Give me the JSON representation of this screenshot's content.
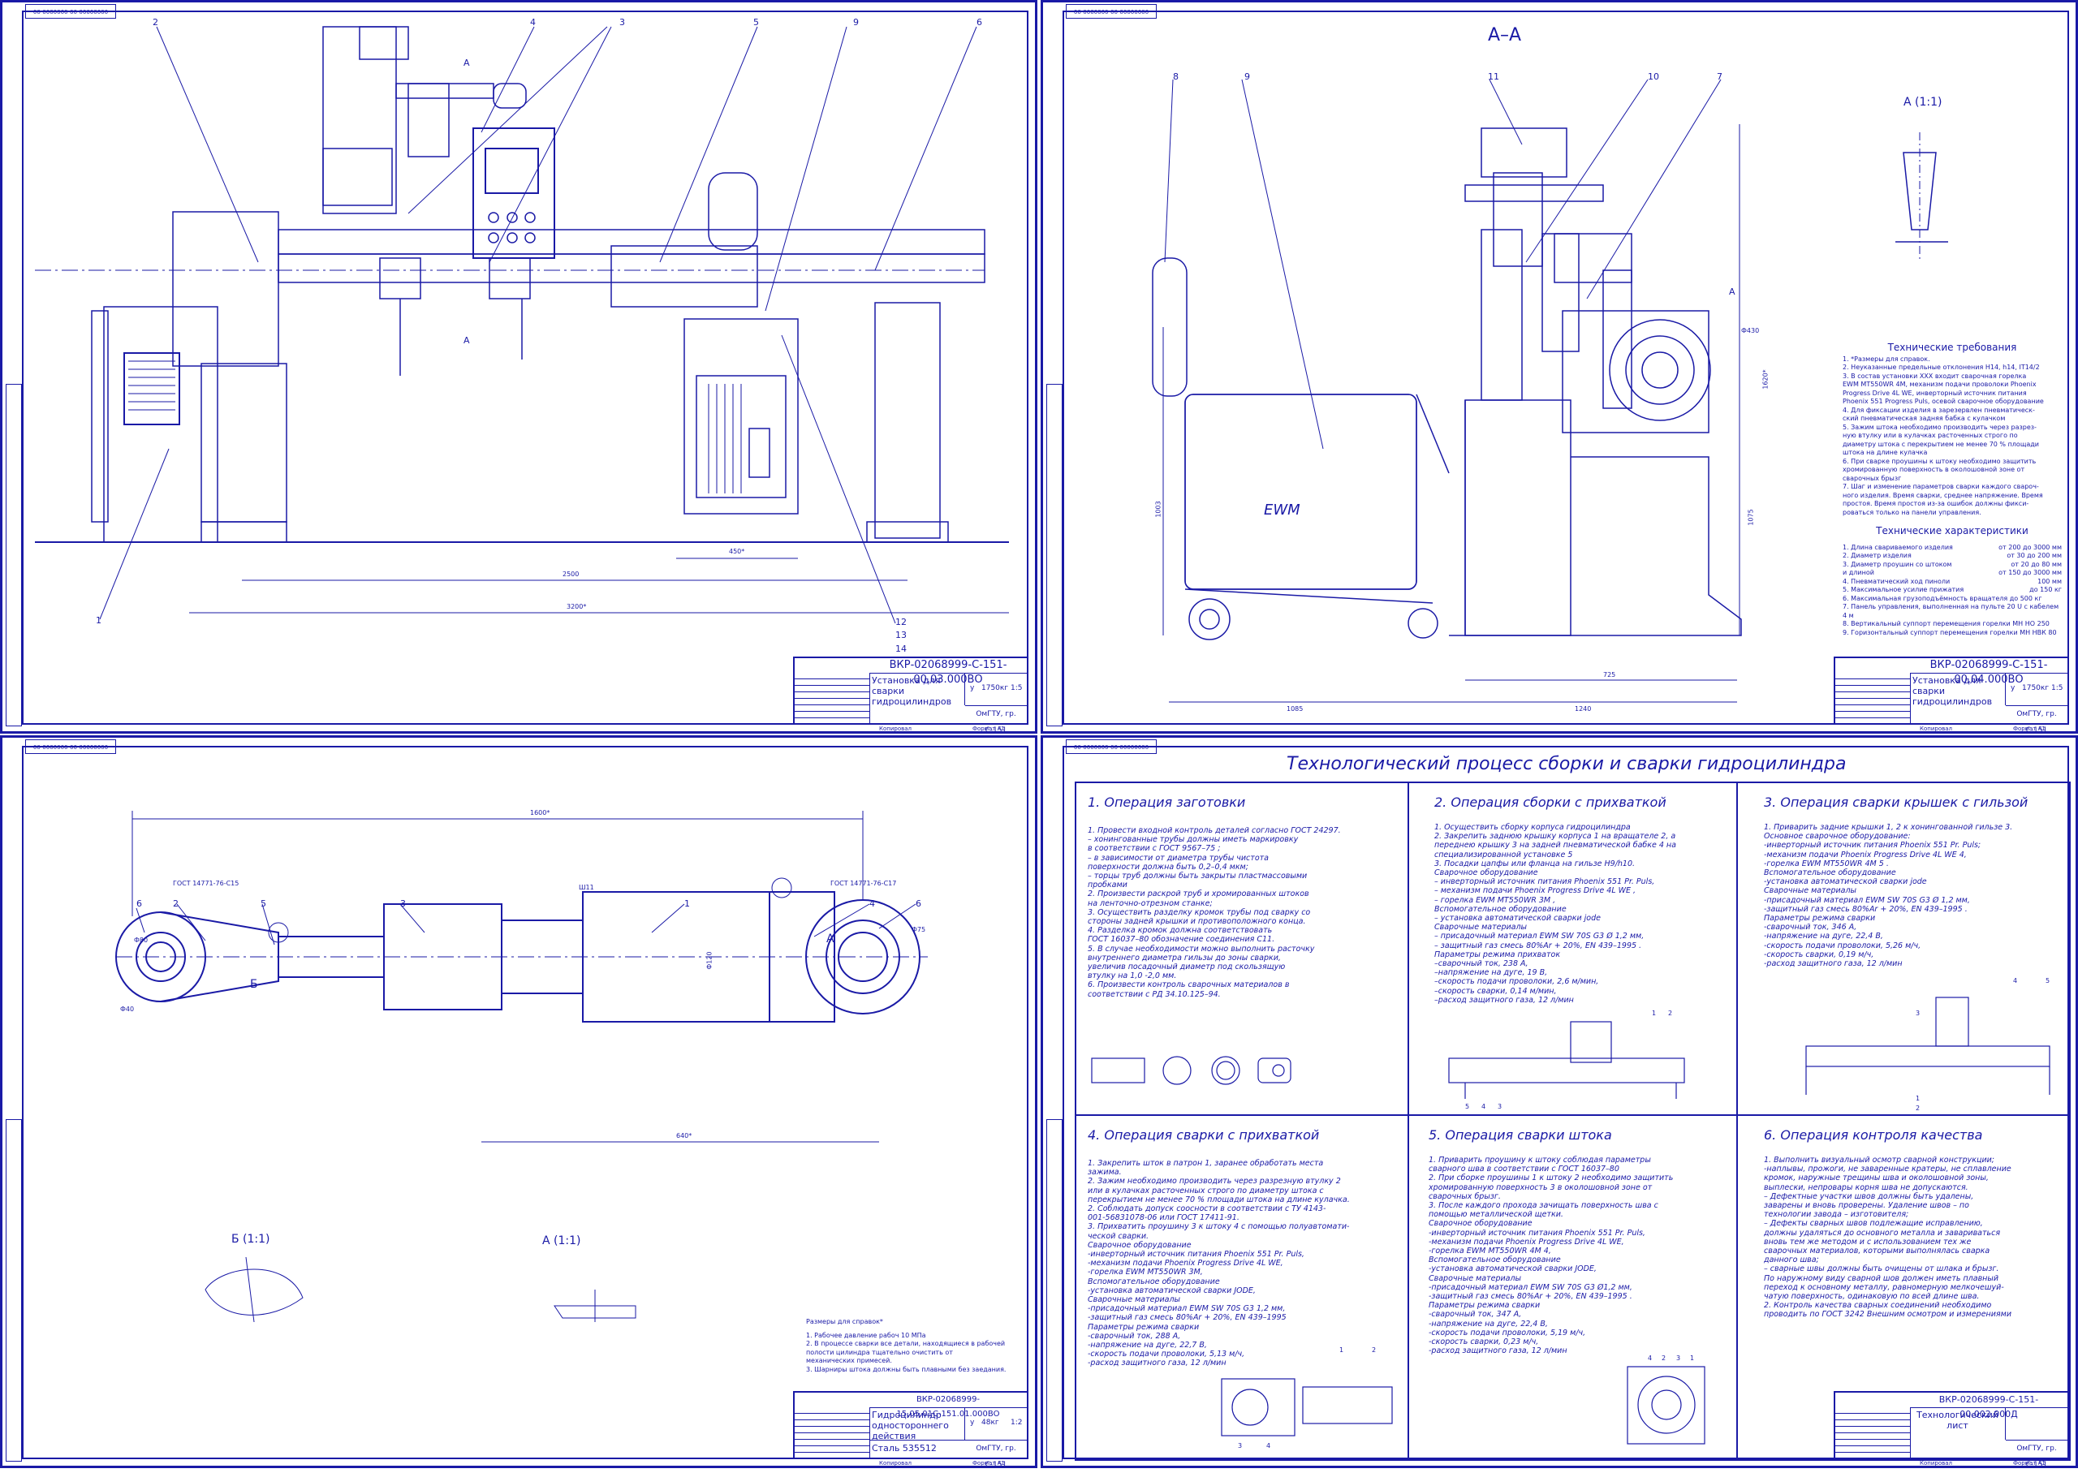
{
  "sheet1": {
    "stamp": "00000000-00-0000000-00",
    "code": "ВКР-02068999-С-151-00.03.000ВО",
    "title": "Установка для сварки гидроцилиндров",
    "mass": "1750кг",
    "scale": "1:5",
    "org": "ОмГТУ, гр. С-151",
    "copy": "Копировал",
    "format": "Формат А1",
    "labels": [
      "1",
      "2",
      "3",
      "4",
      "5",
      "6",
      "9",
      "12",
      "13",
      "14"
    ],
    "section_mark": "А",
    "dims": [
      "2500",
      "3200*",
      "450*"
    ]
  },
  "sheet2": {
    "stamp": "00000000-00-0000000-00",
    "section_title": "А–А",
    "detail_title": "А (1:1)",
    "ewm": "EWM",
    "labels": [
      "7",
      "8",
      "9",
      "10",
      "11",
      "А"
    ],
    "dims": [
      "1003",
      "1075",
      "1085",
      "1240",
      "725",
      "Ф430",
      "1620*"
    ],
    "req_title": "Технические требования",
    "requirements": [
      "1. *Размеры для справок.",
      "2. Неуказанные предельные отклонения Н14, h14, IT14/2",
      "3. В состав установки ХХХ входит сварочная горелка",
      "EWM MT550WR 4M, механизм подачи проволоки Phoenix",
      "Progress Drive 4L WE, инверторный источник питания",
      "Phoenix 551 Progress Puls, осевой сварочное оборудование",
      "4. Для фиксации изделия в зарезервлен пневматическ-",
      "ский пневматическая задняя бабка с кулачком",
      "5. Зажим штока необходимо производить через разрез-",
      "ную втулку или в кулачках расточенных строго по",
      "диаметру штока с перекрытием не менее 70 % площади",
      "штока на длине кулачка",
      "6. При сварке проушины к штоку необходимо защитить",
      "хромированную поверхность в околошовной зоне от",
      "сварочных брызг",
      "7. Шаг и изменение параметров сварки каждого свароч-",
      "ного изделия. Время сварки, среднее напряжение. Время",
      "простоя. Время простоя из-за ошибок должны фикси-",
      "роваться только на панели управления."
    ],
    "char_title": "Технические характеристики",
    "characteristics": [
      {
        "name": "1. Длина свариваемого изделия",
        "value": "от 200 до 3000 мм"
      },
      {
        "name": "2. Диаметр изделия",
        "value": "от 30 до 200 мм"
      },
      {
        "name": "3. Диаметр проушин со штоком",
        "value": "от 20 до 80 мм"
      },
      {
        "name": "   и длиной",
        "value": "от 150 до 3000 мм"
      },
      {
        "name": "4. Пневматический ход пиноли",
        "value": "100 мм"
      },
      {
        "name": "5. Максимальное усилие прижатия",
        "value": "до 150 кг"
      },
      {
        "name": "6. Максимальная грузоподъёмность вращателя до 500 кг",
        "value": ""
      },
      {
        "name": "7. Панель управления, выполненная на пульте 20 U с кабелем 4 м",
        "value": ""
      },
      {
        "name": "8. Вертикальный суппорт перемещения горелки МН НО 250",
        "value": ""
      },
      {
        "name": "9. Горизонтальный суппорт перемещения горелки МН НВК 80",
        "value": ""
      }
    ],
    "code": "ВКР-02068999-С-151-00.04.000ВО",
    "title": "Установка для сварки гидроцилиндров",
    "mass": "1750кг",
    "scale": "1:5",
    "org": "ОмГТУ, гр. С-151",
    "copy": "Копировал",
    "format": "Формат А1"
  },
  "sheet3": {
    "stamp": "00000000-00-0000000-00",
    "labels": [
      "1",
      "2",
      "3",
      "4",
      "5",
      "6",
      "6",
      "А",
      "Б"
    ],
    "gost_left": "ГОСТ 14771-76-С15",
    "gost_right": "ГОСТ 14771-76-С17",
    "gost_mid": "Ш11",
    "dims": [
      "1600*",
      "640*",
      "Ф120",
      "Ф80",
      "Ф40",
      "Ф75"
    ],
    "detail_b": "Б (1:1)",
    "detail_a": "А (1:1)",
    "notes_title": "Размеры для справок*",
    "notes": [
      "1. Рабочее давление рабоч 10 МПа",
      "2. В процессе сварки все детали, находящиеся в рабочей",
      "полости цилиндра тщательно очистить от",
      "механических примесей.",
      "3. Шарниры штока должны быть плавными без заедания."
    ],
    "code": "ВКР-02068999-15.05.01С-151.01.000ВО",
    "title": "Гидроцилиндр одностороннего действия",
    "material": "Сталь 535512",
    "mass": "48кг",
    "scale": "1:2",
    "org": "ОмГТУ, гр. С-151",
    "copy": "Копировал",
    "format": "Формат А1"
  },
  "sheet4": {
    "stamp": "00000000-00-0000000-00",
    "main_title": "Технологический процесс сборки и сварки гидроцилиндра",
    "ops": [
      {
        "title": "1. Операция заготовки",
        "lines": [
          "1. Провести входной контроль деталей согласно ГОСТ 24297.",
          "– хонингованные трубы должны иметь маркировку",
          "в соответствии с ГОСТ 9567–75 ;",
          "– в зависимости от диаметра трубы чистота",
          "поверхности должна быть 0,2–0,4 мкм;",
          "– торцы труб должны быть закрыты пластмассовыми",
          "пробками",
          "2. Произвести раскрой труб и хромированных штоков",
          "на ленточно-отрезном станке;",
          "3. Осуществить разделку кромок трубы под сварку со",
          "стороны задней крышки и противоположного конца.",
          "4. Разделка кромок должна соответствовать",
          "ГОСТ 16037–80 обозначение соединения С11.",
          "5. В случае необходимости можно выполнить расточку",
          "внутреннего диаметра гильзы до зоны сварки,",
          "увеличив посадочный диаметр под скользящую",
          "втулку на 1,0 -2,0 мм.",
          "6. Произвести контроль сварочных материалов в",
          "соответствии с РД 34.10.125–94."
        ]
      },
      {
        "title": "2. Операция сборки с прихваткой",
        "lines": [
          "1. Осуществить сборку корпуса гидроцилиндра",
          "2. Закрепить заднюю крышку корпуса 1 на вращателе 2, а",
          "переднею крышку 3 на задней пневматической бабке 4 на",
          "специализированной установке 5",
          "3. Посадки цапфы или фланца на гильзе Н9/h10.",
          "Сварочное оборудование",
          "– инверторный источник питания Phoenix 551 Pr. Puls,",
          "– механизм подачи Phoenix Progress Drive 4L WE ,",
          "– горелка EWM MT550WR 3M ,",
          "Вспомогательное оборудование",
          "– установка автоматической сварки jode",
          "Сварочные материалы",
          "– присадочный материал EWM SW 70S G3 Ø 1,2 мм,",
          "– защитный газ смесь 80%Ar + 20%, EN 439–1995 .",
          "Параметры режима прихваток",
          "–сварочный ток, 238 А,",
          "–напряжение на дуге, 19 В,",
          "–скорость подачи проволоки, 2,6 м/мин,",
          "–скорость сварки, 0,14 м/мин,",
          "–расход защитного газа, 12 л/мин"
        ]
      },
      {
        "title": "3. Операция сварки крышек с гильзой",
        "lines": [
          "1. Приварить задние крышки 1, 2 к хонингованной гильзе 3.",
          "Основное сварочное оборудование:",
          "-инверторный источник питания Phoenix 551 Pr. Puls;",
          "-механизм подачи Phoenix Progress Drive 4L WE 4,",
          "-горелка EWM MT550WR 4M 5 .",
          "Вспомогательное оборудование",
          "-установка автоматической сварки jode",
          "Сварочные материалы",
          "-присадочный материал EWM SW 70S G3 Ø 1,2 мм,",
          "-защитный газ смесь 80%Ar + 20%, EN 439–1995 .",
          "Параметры режима сварки",
          "-сварочный ток, 346 А,",
          "-напряжение на дуге, 22,4 В,",
          "-скорость подачи проволоки, 5,26 м/ч,",
          "-скорость сварки, 0,19 м/ч,",
          "-расход защитного газа, 12 л/мин"
        ]
      },
      {
        "title": "4. Операция сварки с прихваткой",
        "lines": [
          "1. Закрепить шток в патрон 1, заранее обработать места",
          "зажима.",
          "2. Зажим необходимо производить через разрезную втулку 2",
          "или в кулачках расточенных строго по диаметру штока с",
          "перекрытием не менее 70 % площади штока на длине кулачка.",
          "2. Соблюдать допуск соосности в соответствии с ТУ 4143-",
          "001-56831078-06 или ГОСТ 17411-91.",
          "3. Прихватить проушину 3 к штоку 4 с помощью полуавтомати-",
          "ческой сварки.",
          "Сварочное оборудование",
          "-инверторный источник питания Phoenix 551 Pr. Puls,",
          "-механизм подачи Phoenix Progress Drive 4L WE,",
          "-горелка EWM MT550WR 3M,",
          "Вспомогательное оборудование",
          "-установка автоматической сварки JODE,",
          "Сварочные материалы",
          "-присадочный материал EWM SW 70S G3 1,2 мм,",
          "-защитный газ смесь 80%Ar + 20%, EN 439–1995",
          "Параметры режима сварки",
          "-сварочный ток, 288 А,",
          "-напряжение на дуге, 22,7 В,",
          "-скорость подачи проволоки, 5,13 м/ч,",
          "-расход защитного газа, 12 л/мин"
        ]
      },
      {
        "title": "5. Операция сварки штока",
        "lines": [
          "1. Приварить проушину к штоку соблюдая параметры",
          "сварного шва в соответствии с ГОСТ 16037–80",
          "2. При сборке проушины 1 к штоку 2 необходимо защитить",
          "хромированную поверхность 3 в околошовной зоне от",
          "сварочных брызг.",
          "3. После каждого прохода зачищать поверхность шва с",
          "помощью металлической щетки.",
          "Сварочное оборудование",
          "-инверторный источник питания Phoenix 551 Pr. Puls,",
          "-механизм подачи Phoenix Progress Drive 4L WE,",
          "-горелка EWM MT550WR 4M 4,",
          "Вспомогательное оборудование",
          "-установка автоматической сварки JODE,",
          "Сварочные материалы",
          "-присадочный материал EWM SW 70S G3 Ø1,2 мм,",
          "-защитный газ смесь 80%Ar + 20%, EN 439–1995 .",
          "Параметры режима сварки",
          "-сварочный ток, 347 А,",
          "-напряжение на дуге, 22,4 В,",
          "-скорость подачи проволоки, 5,19 м/ч,",
          "-скорость сварки, 0,23 м/ч,",
          "-расход защитного газа, 12 л/мин"
        ]
      },
      {
        "title": "6. Операция контроля качества",
        "lines": [
          "1. Выполнить визуальный осмотр сварной конструкции;",
          "-наплывы, прожоги, не заваренные кратеры, не сплавление",
          "кромок, наружные трещины шва и околошовной зоны,",
          "выплески, непровары корня шва не допускаются.",
          "– Дефектные участки швов должны быть удалены,",
          "заварены и вновь проверены. Удаление швов – по",
          "технологии завода – изготовителя;",
          "– Дефекты сварных швов подлежащие исправлению,",
          "должны удаляться до основного металла и завариваться",
          "вновь тем же методом и с использованием тех же",
          "сварочных материалов, которыми выполнялась сварка",
          "данного шва;",
          "– сварные швы должны быть очищены от шлака и брызг.",
          "По наружному виду сварной шов должен иметь плавный",
          "переход к основному металлу, равномерную мелкочешуй-",
          "чатую поверхность, одинаковую по всей длине шва.",
          "2. Контроль качества сварных соединений необходимо",
          "проводить по ГОСТ 3242 Внешним осмотром и измерениями"
        ]
      }
    ],
    "fig_labels": [
      "1",
      "2",
      "3",
      "4",
      "5",
      "1",
      "2",
      "3",
      "4",
      "5",
      "1",
      "2",
      "3",
      "4",
      "1",
      "2",
      "3",
      "4"
    ],
    "code": "ВКР-02068999-С-151-00.002.000Д",
    "title": "Технологический лист",
    "org": "ОмГТУ, гр. С-151",
    "copy": "Копировал",
    "format": "Формат А1"
  }
}
